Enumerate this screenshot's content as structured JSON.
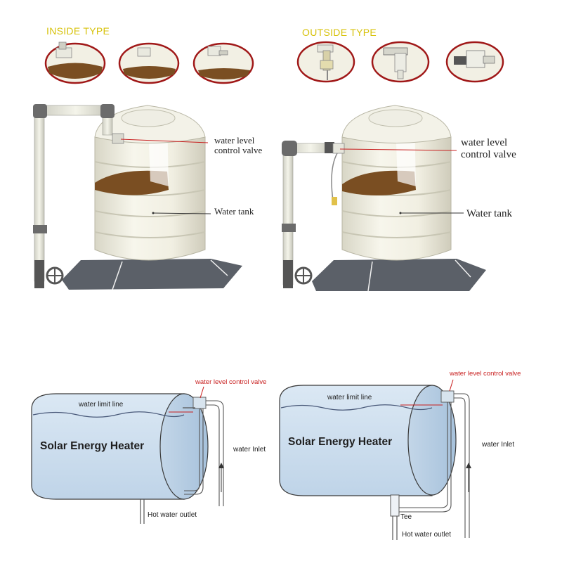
{
  "top": {
    "inside_title": "INSIDE TYPE",
    "outside_title": "OUTSIDE TYPE",
    "left_valve_label_1": "water level",
    "left_valve_label_2": "control valve",
    "left_tank_label": "Water tank",
    "right_valve_label_1": "water level",
    "right_valve_label_2": "control valve",
    "right_tank_label": "Water tank"
  },
  "bottom": {
    "left": {
      "valve_label": "water level control valve",
      "limit_label": "water limit line",
      "heater_label": "Solar Energy Heater",
      "inlet_label": "water Inlet",
      "outlet_label": "Hot water outlet"
    },
    "right": {
      "valve_label": "water level control valve",
      "limit_label": "water limit line",
      "heater_label": "Solar Energy Heater",
      "inlet_label": "water Inlet",
      "tee_label": "Tee",
      "outlet_label": "Hot water outlet"
    }
  },
  "colors": {
    "title_yellow": "#d7c20a",
    "callout_red": "#c81e1e",
    "tank_body": "#f4f2e4",
    "water_brown": "#7a4e22",
    "heater_blue": "#cfe0ef",
    "pipe_dark": "#6b6b6b",
    "base_gray": "#5b6068"
  },
  "icons": [
    "valve-icon",
    "hand-wheel-icon",
    "float-valve-icon"
  ]
}
